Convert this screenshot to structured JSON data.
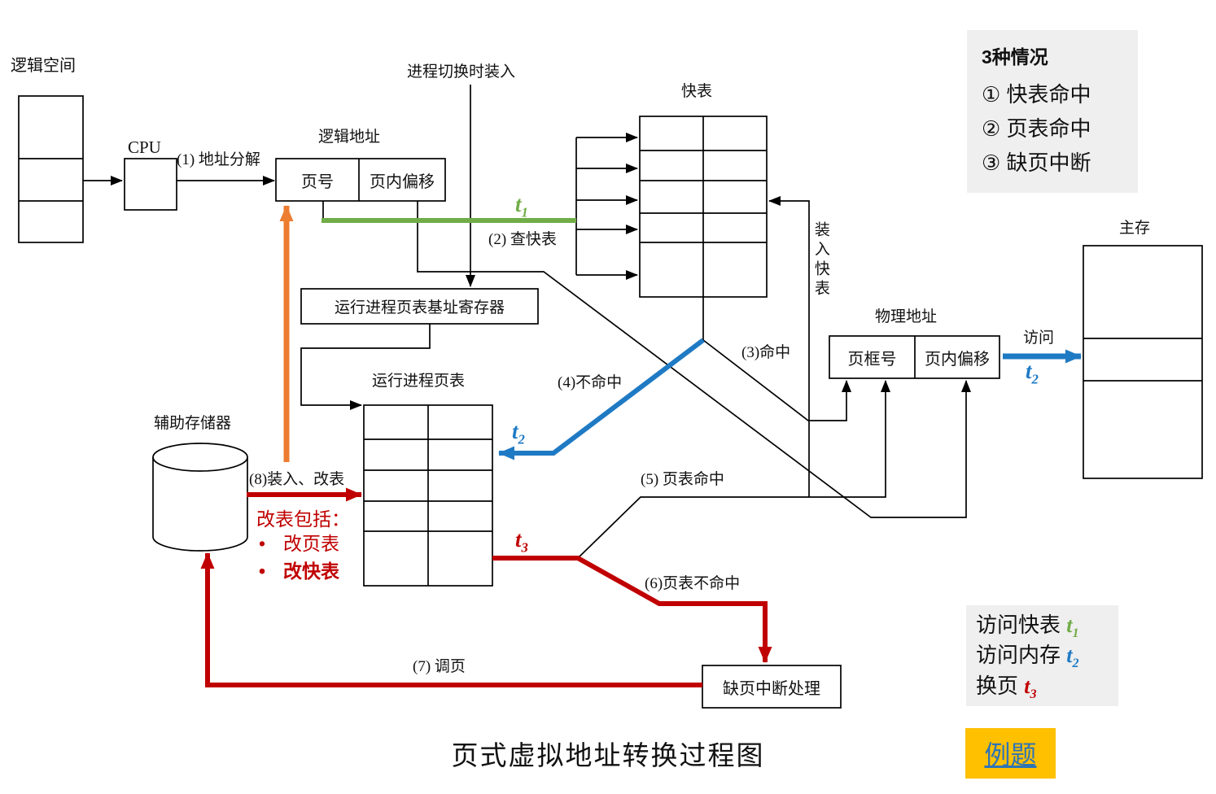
{
  "palette": {
    "line_black": "#000000",
    "orange": "#ED7D31",
    "green": "#70AD47",
    "blue": "#1F7AC4",
    "red": "#C00000",
    "gold": "#FFC000",
    "link_blue": "#2E74B5",
    "panel_gray": "#EFEFEF"
  },
  "header": {
    "title": "页式虚拟地址转换过程图"
  },
  "nodes": {
    "logical_space": "逻辑空间",
    "cpu": "CPU",
    "logical_address": {
      "label": "逻辑地址",
      "page_no": "页号",
      "offset": "页内偏移"
    },
    "tlb": "快表",
    "base_register": "运行进程页表基址寄存器",
    "page_table": "运行进程页表",
    "aux_storage": "辅助存储器",
    "physical_address": {
      "label": "物理地址",
      "frame_no": "页框号",
      "offset": "页内偏移"
    },
    "main_memory": "主存",
    "fault_handler": "缺页中断处理"
  },
  "steps": {
    "s1": "(1) 地址分解",
    "s2": "(2) 查快表",
    "s3": "(3)命中",
    "s4": "(4)不命中",
    "s5": "(5) 页表命中",
    "s6": "(6)页表不命中",
    "s7": "(7) 调页",
    "s8": "(8)装入、改表",
    "process_switch": "进程切换时装入",
    "load_tlb": "装入快表",
    "access": "访问"
  },
  "note": {
    "title": "改表包括：",
    "bullet": "•",
    "item1": "改页表",
    "item2": "改快表"
  },
  "cases": {
    "heading": "3种情况",
    "items": [
      "① 快表命中",
      "② 页表命中",
      "③ 缺页中断"
    ]
  },
  "timing": {
    "t1": {
      "sym": "t",
      "sub": "1"
    },
    "t2": {
      "sym": "t",
      "sub": "2"
    },
    "t3": {
      "sym": "t",
      "sub": "3"
    },
    "legend": [
      {
        "label": "访问快表 "
      },
      {
        "label": "访问内存 "
      },
      {
        "label": "换页 "
      }
    ]
  },
  "exercise": "例题"
}
